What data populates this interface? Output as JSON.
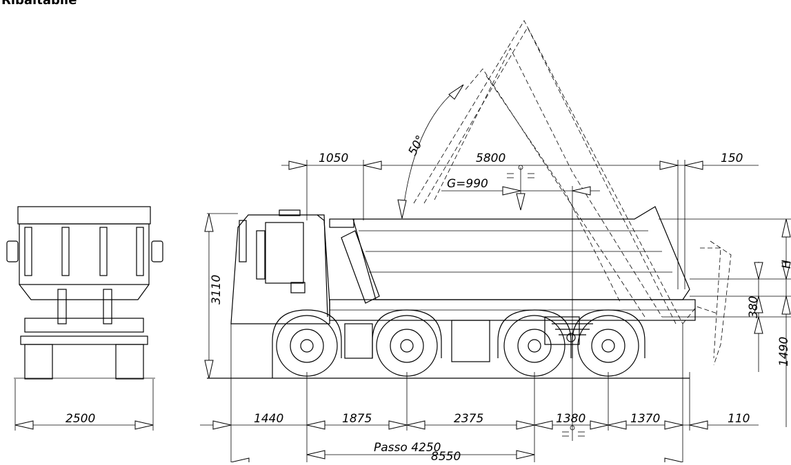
{
  "header": {
    "label": "Ribaltabile"
  },
  "dimensions": {
    "rear_width": "2500",
    "height": "3110",
    "cab_to_body": "1050",
    "body_length": "5800",
    "rear_overhang_top": "150",
    "tipping_angle": "50°",
    "center_of_gravity": "G=990",
    "front_overhang": "1440",
    "axle_1_2": "1875",
    "axle_2_3": "2375",
    "axle_3_4_left": "1380",
    "axle_3_4_right": "1370",
    "rear_overhang_bottom": "110",
    "wheelbase": "Passo 4250",
    "overall_length": "8550",
    "body_height_label": "H",
    "frame_offset": "380",
    "rear_height": "1490"
  }
}
